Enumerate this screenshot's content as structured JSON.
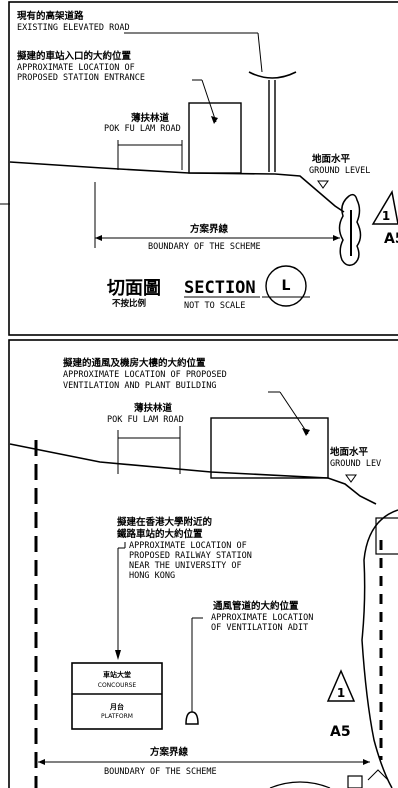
{
  "section_l": {
    "existing_road": {
      "zh": "現有的高架道路",
      "en": "EXISTING ELEVATED ROAD"
    },
    "station_entrance": {
      "zh": "擬建的車站入口的大約位置",
      "en_line1": "APPROXIMATE LOCATION OF",
      "en_line2": "PROPOSED STATION ENTRANCE"
    },
    "road": {
      "zh": "薄扶林道",
      "en": "POK FU LAM ROAD"
    },
    "ground": {
      "zh": "地面水平",
      "en": "GROUND LEVEL"
    },
    "boundary": {
      "zh": "方案界線",
      "en": "BOUNDARY OF THE SCHEME"
    },
    "section_title": {
      "zh": "切面圖",
      "zh_sub": "不按比例",
      "en": "SECTION",
      "letter": "L",
      "scale": "NOT TO SCALE"
    },
    "revision": {
      "num": "1",
      "ref": "A5"
    }
  },
  "section_lower": {
    "vent_building": {
      "zh": "擬建的通風及機房大樓的大約位置",
      "en_line1": "APPROXIMATE LOCATION OF PROPOSED",
      "en_line2": "VENTILATION AND PLANT BUILDING"
    },
    "road": {
      "zh": "薄扶林道",
      "en": "POK FU LAM ROAD"
    },
    "ground": {
      "zh": "地面水平",
      "en": "GROUND LEV"
    },
    "station": {
      "zh_line1": "擬建在香港大學附近的",
      "zh_line2": "鐵路車站的大約位置",
      "en_line1": "APPROXIMATE LOCATION OF",
      "en_line2": "PROPOSED RAILWAY STATION",
      "en_line3": "NEAR THE UNIVERSITY OF",
      "en_line4": "HONG KONG"
    },
    "adit": {
      "zh": "通風管道的大約位置",
      "en_line1": "APPROXIMATE LOCATION",
      "en_line2": "OF VENTILATION ADIT"
    },
    "concourse": {
      "zh": "車站大堂",
      "en": "CONCOURSE"
    },
    "platform": {
      "zh": "月台",
      "en": "PLATFORM"
    },
    "revision": {
      "num": "1",
      "ref": "A5"
    },
    "boundary": {
      "zh": "方案界線",
      "en": "BOUNDARY OF THE SCHEME"
    }
  }
}
